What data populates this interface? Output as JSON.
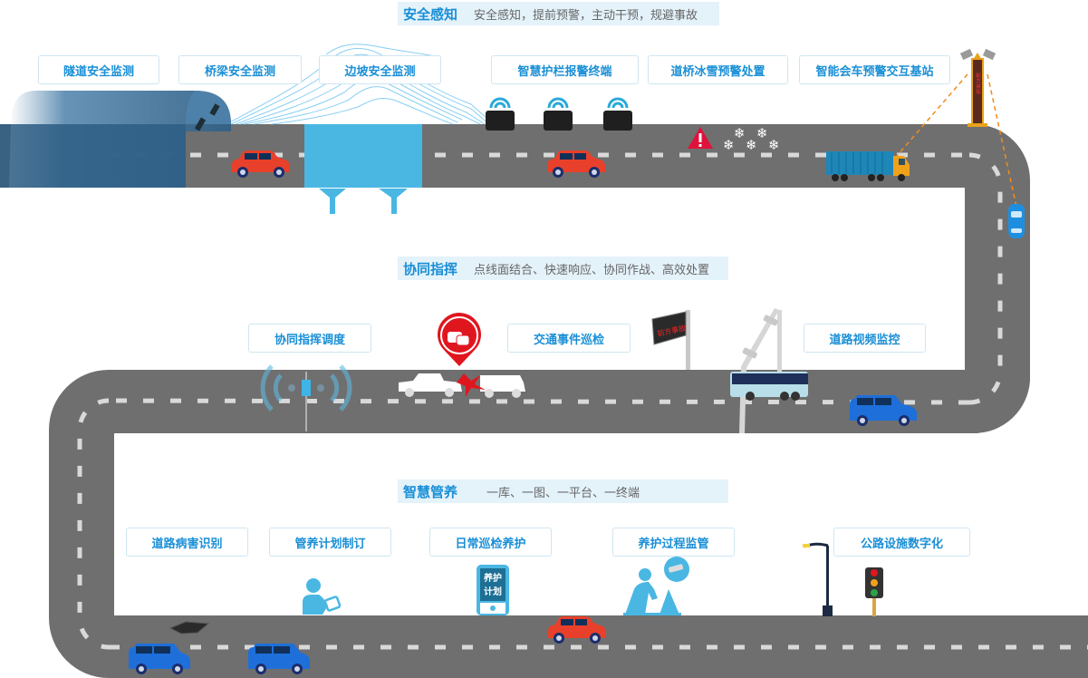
{
  "sections": {
    "safety": {
      "title": "安全感知",
      "subtitle": "安全感知，提前预警，主动干预，规避事故"
    },
    "command": {
      "title": "协同指挥",
      "subtitle": "点线面结合、快速响应、协同作战、高效处置"
    },
    "maintenance": {
      "title": "智慧管养",
      "subtitle": "一库、一图、一平台、一终端"
    }
  },
  "safety_labels": [
    "隧道安全监测",
    "桥梁安全监测",
    "边坡安全监测",
    "智慧护栏报警终端",
    "道桥冰雪预警处置",
    "智能会车预警交互基站"
  ],
  "command_labels": [
    "协同指挥调度",
    "交通事件巡检",
    "道路视频监控"
  ],
  "maintenance_labels": [
    "道路病害识别",
    "管养计划制订",
    "日常巡检养护",
    "养护过程监管",
    "公路设施数字化"
  ],
  "signs": {
    "accident_board": "前方事故",
    "base_station_display": "前方来车",
    "plan_phone_line1": "养护",
    "plan_phone_line2": "计划"
  },
  "colors": {
    "road": "#6f6f6f",
    "lane_mark": "#d9d9d9",
    "accent_blue": "#1a8fd6",
    "light_blue": "#4ab7e3",
    "header_bg": "#e4f2fa",
    "car_red": "#e8402a",
    "car_blue": "#1e6fd9",
    "alert_red": "#e0123a",
    "orange": "#f08c1e"
  }
}
